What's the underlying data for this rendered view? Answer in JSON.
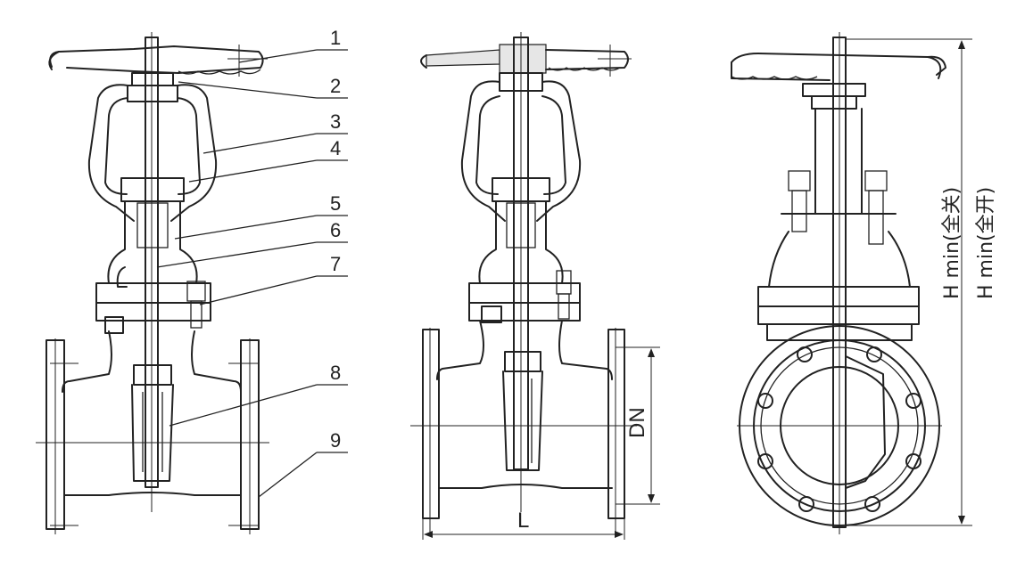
{
  "part_labels": [
    "1",
    "2",
    "3",
    "4",
    "5",
    "6",
    "7",
    "8",
    "9"
  ],
  "dimensions": {
    "dn": "DN",
    "length": "L",
    "height_closed": "H min(全关)",
    "height_open": "H min(全开)"
  }
}
